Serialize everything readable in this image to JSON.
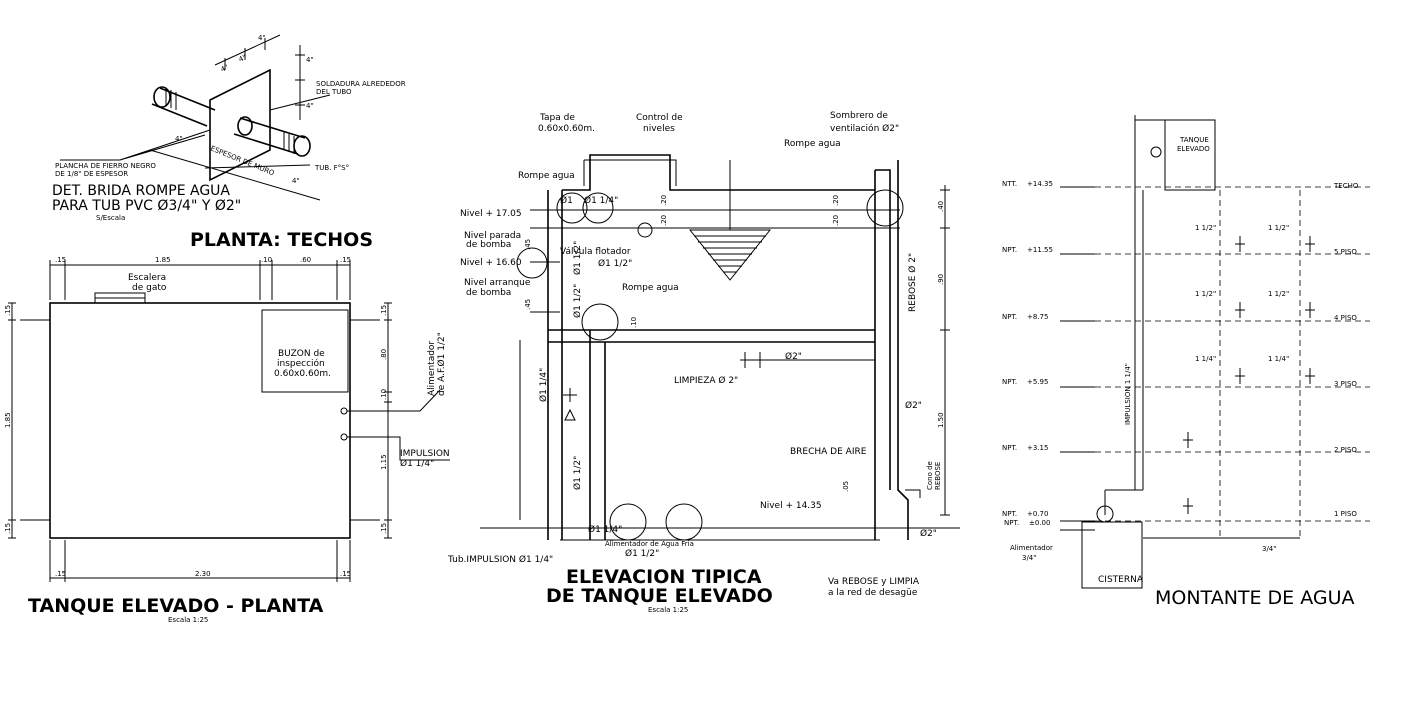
{
  "flange_detail": {
    "title_line1": "DET. BRIDA ROMPE AGUA",
    "title_line2": "PARA TUB  PVC Ø3/4\" Y Ø2\"",
    "scale": "S/Escala",
    "weld_line1": "SOLDADURA ALREDEDOR",
    "weld_line2": "DEL TUBO",
    "plate_line1": "PLANCHA  DE FIERRO NEGRO",
    "plate_line2": "DE 1/8\"  DE ESPESOR",
    "wall_thickness": "ESPESOR DE MURO",
    "pipe_label": "TUB. F°S°",
    "dim_4a": "4\"",
    "dim_4b": "4\"",
    "dim_4c": "4\"",
    "dim_4d": "4\"",
    "dim_4e": "4\"",
    "dim_4f": "4\"",
    "dim_4g": "4\""
  },
  "plan": {
    "section_title": "PLANTA: TECHOS",
    "title": "TANQUE ELEVADO - PLANTA",
    "scale": "Escala 1:25",
    "stair_line1": "Escalera",
    "stair_line2": "de gato",
    "hatch_line1": "BUZON de",
    "hatch_line2": "inspección",
    "hatch_line3": "0.60x0.60m.",
    "feed_line1": "Alimentador",
    "feed_line2": "de A.F.Ø1 1/2\"",
    "impulsion_line1": "IMPULSION",
    "impulsion_line2": "Ø1 1/4\"",
    "top_dims": [
      ".15",
      "1.85",
      ".10",
      ".60",
      ".15"
    ],
    "bottom_dims": [
      ".15",
      "2.30",
      ".15"
    ],
    "left_dims": [
      ".15",
      "1.85",
      ".15"
    ],
    "right_dims": [
      ".15",
      ".80",
      ".10",
      "1.15",
      ".15"
    ]
  },
  "elevation": {
    "title_line1": "ELEVACION TIPICA",
    "title_line2": "DE TANQUE ELEVADO",
    "scale": "Escala 1:25",
    "overflow_note_line1": "Va REBOSE y LIMPIA",
    "overflow_note_line2": "a la red de desagüe",
    "lid_line1": "Tapa de",
    "lid_line2": "0.60x0.60m.",
    "level_control_line1": "Control de",
    "level_control_line2": "niveles",
    "vent_line1": "Sombrero de",
    "vent_line2": "ventilación Ø2\"",
    "breaker_top": "Rompe agua",
    "breaker_left": "Rompe agua",
    "breaker_mid": "Rompe agua",
    "level_1705": "Nivel + 17.05",
    "pump_stop_line1": "Nivel parada",
    "pump_stop_line2": "de bomba",
    "level_1660": "Nivel + 16.60",
    "pump_start_line1": "Nivel arranque",
    "pump_start_line2": "de bomba",
    "float_valve_line1": "Válvula flotador",
    "float_valve_line2": "Ø1 1/2\"",
    "cleaning": "LIMPIEZA  Ø 2\"",
    "d2_a": "Ø2\"",
    "d2_b": "Ø2\"",
    "d2_c": "Ø2\"",
    "air_gap": "BRECHA DE AIRE",
    "level_1435": "Nivel  + 14.35",
    "overflow_cone_line1": "Cono de",
    "overflow_cone_line2": "REBOSE",
    "overflow_vertical": "REBOSE  Ø  2\"",
    "feed_d": "Ø1 1/4\"",
    "cold_feed": "Alimentador de Agua Fria",
    "cold_feed_d": "Ø1  1/2\"",
    "impulsion_pipe": "Tub.IMPULSION  Ø1  1/4\"",
    "left_pipe_1": "Ø1  1/4\"",
    "left_pipe_2": "Ø1  1/2\"",
    "inner_pipe_1": "Ø1  1/2\"",
    "inner_pipe_2": "Ø1  1/2\"",
    "d_a": "Ø1",
    "d_b": "Ø1 1/4\"",
    "dim_20a": ".20",
    "dim_20b": ".20",
    "dim_20c": ".20",
    "dim_20d": ".20",
    "dim_45a": ".45",
    "dim_45b": ".45",
    "dim_10": ".10",
    "dim_05": ".05",
    "right_dims": [
      ".40",
      ".90",
      "1.50"
    ]
  },
  "riser": {
    "title": "MONTANTE DE AGUA",
    "tank_line1": "TANQUE",
    "tank_line2": "ELEVADO",
    "cistern": "CISTERNA",
    "feed_line1": "Alimentador",
    "feed_line2": "3/4\"",
    "impulsion": "IMPULSION  1  1/4\"",
    "feed_size": "3/4\"",
    "levels": [
      {
        "code": "NTT.",
        "value": "+14.35",
        "floor": "TECHO"
      },
      {
        "code": "NPT.",
        "value": "+11.55",
        "floor": "5 PISO"
      },
      {
        "code": "NPT.",
        "value": "+8.75",
        "floor": "4 PISO"
      },
      {
        "code": "NPT.",
        "value": "+5.95",
        "floor": "3 PISO"
      },
      {
        "code": "NPT.",
        "value": "+3.15",
        "floor": "2 PISO"
      },
      {
        "code": "NPT.",
        "value": "+0.70",
        "floor": "1 PISO"
      },
      {
        "code": "NPT.",
        "value": "±0.00",
        "floor": ""
      }
    ],
    "pipe_5a": "1 1/2\"",
    "pipe_5b": "1 1/2\"",
    "pipe_4a": "1 1/2\"",
    "pipe_4b": "1 1/2\"",
    "pipe_3a": "1 1/4\"",
    "pipe_3b": "1 1/4\""
  }
}
